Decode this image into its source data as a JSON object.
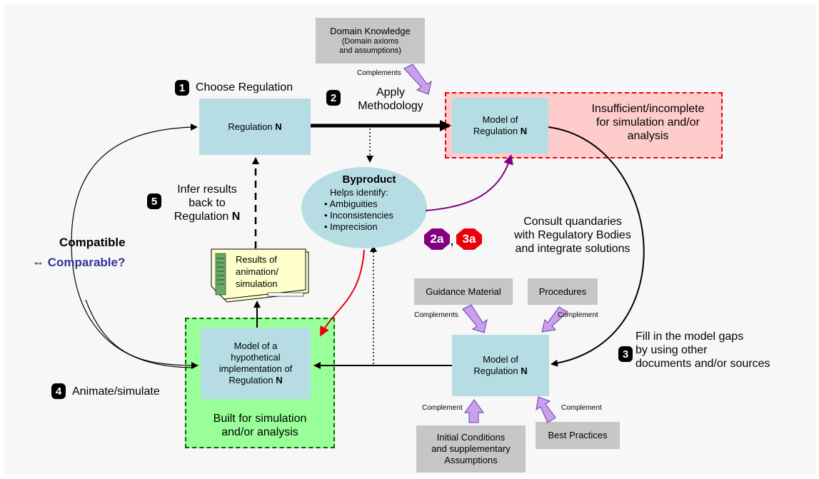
{
  "colors": {
    "teal_box": "#b7dde4",
    "gray_box": "#c6c6c6",
    "pink_region": "#ffcccc",
    "green_region": "#99ff99",
    "ellipse": "#b7dde4",
    "purple_arrow": "#c9a0f0",
    "dark_purple": "#800080",
    "red": "#e8000b",
    "navy_text": "#333399"
  },
  "steps": {
    "s1": {
      "num": "1",
      "label": "Choose Regulation"
    },
    "s2": {
      "num": "2",
      "label_line1": "Apply",
      "label_line2": "Methodology"
    },
    "s3": {
      "num": "3",
      "line1": "Fill in the model gaps",
      "line2": "by using other",
      "line3": "documents and/or sources"
    },
    "s4": {
      "num": "4",
      "label": "Animate/simulate"
    },
    "s5": {
      "num": "5",
      "line1": "Infer results",
      "line2": "back to",
      "line3_prefix": "Regulation ",
      "line3_bold": "N"
    }
  },
  "boxes": {
    "regulation": {
      "prefix": "Regulation ",
      "bold": "N"
    },
    "model_top": {
      "line1": "Model of",
      "line2_prefix": "Regulation ",
      "line2_bold": "N"
    },
    "model_bottom": {
      "line1": "Model of",
      "line2_prefix": "Regulation ",
      "line2_bold": "N"
    },
    "hypothetical": {
      "line1": "Model of a",
      "line2": "hypothetical",
      "line3": "implementation of",
      "line4_prefix": "Regulation ",
      "line4_bold": "N"
    },
    "domain_knowledge": {
      "line1": "Domain Knowledge",
      "line2": "(Domain axioms",
      "line3": "and assumptions)"
    },
    "guidance": "Guidance Material",
    "procedures": "Procedures",
    "initial_conditions": {
      "line1": "Initial Conditions",
      "line2": "and supplementary",
      "line3": "Assumptions"
    },
    "best_practices": "Best Practices"
  },
  "regions": {
    "insufficient": {
      "line1": "Insufficient/incomplete",
      "line2": "for simulation and/or",
      "line3": "analysis"
    },
    "built": {
      "line1": "Built for simulation",
      "line2": "and/or analysis"
    }
  },
  "byproduct": {
    "title": "Byproduct",
    "subtitle": "Helps identify:",
    "items": [
      "Ambiguities",
      "Inconsistencies",
      "Imprecision"
    ]
  },
  "results": {
    "line1": "Results of",
    "line2": "animation/",
    "line3": "simulation"
  },
  "consult": {
    "badge_a": "2a",
    "separator": ",",
    "badge_b": "3a",
    "line1": "Consult quandaries",
    "line2": "with Regulatory Bodies",
    "line3": "and integrate solutions"
  },
  "compatible": {
    "line1": "Compatible",
    "symbol": "⇔",
    "line2": "Comparable?"
  },
  "arrow_labels": {
    "complements_domain": "Complements",
    "complements_guidance": "Complements",
    "complement_procedures": "Complement",
    "complement_initial": "Complement",
    "complement_best": "Complement"
  }
}
